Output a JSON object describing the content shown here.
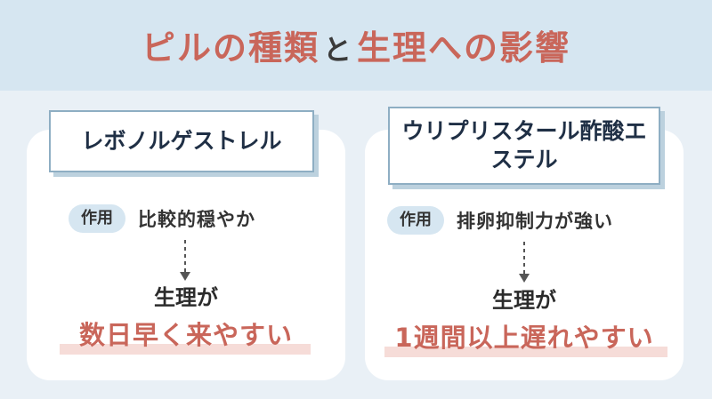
{
  "title": {
    "part1": "ピルの種類",
    "part2": "と",
    "part3": "生理への影響"
  },
  "cards": {
    "left": {
      "name": "レボノルゲストレル",
      "tag": "作用",
      "effect": "比較的穏やか",
      "sub": "生理が",
      "result": "数日早く来やすい"
    },
    "right": {
      "name": "ウリプリスタール酢酸エステル",
      "tag": "作用",
      "effect": "排卵抑制力が強い",
      "sub": "生理が",
      "result": "1週間以上遅れやすい"
    }
  },
  "colors": {
    "accent": "#c9665a",
    "header_bg": "#d6e6f1",
    "page_bg": "#e9f0f6",
    "label_border": "#8eaec3"
  },
  "icons": {
    "arrow": "dashed-down-arrow-icon"
  }
}
